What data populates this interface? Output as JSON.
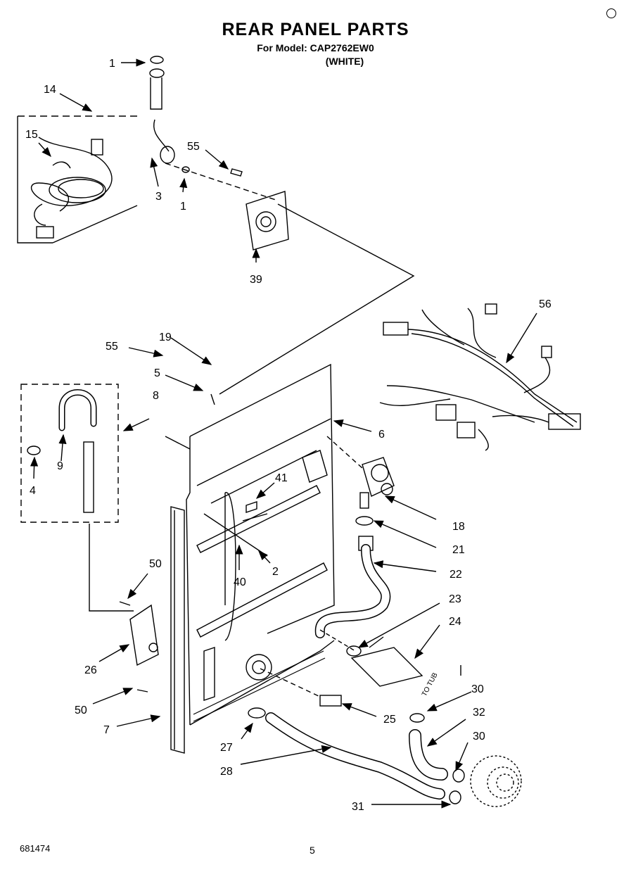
{
  "header": {
    "title": "REAR PANEL PARTS",
    "model_line": "For Model: CAP2762EW0",
    "color_line": "(WHITE)"
  },
  "footer": {
    "doc_id": "681474",
    "page": "5"
  },
  "callouts": {
    "c1_top": "1",
    "c14": "14",
    "c15": "15",
    "c3": "3",
    "c1_mid": "1",
    "c55_top": "55",
    "c39": "39",
    "c56": "56",
    "c19": "19",
    "c55_mid": "55",
    "c5": "5",
    "c8": "8",
    "c9": "9",
    "c4": "4",
    "c6": "6",
    "c41": "41",
    "c18": "18",
    "c21": "21",
    "c2": "2",
    "c40": "40",
    "c22": "22",
    "c50_top": "50",
    "c23": "23",
    "c24": "24",
    "c26": "26",
    "c30_top": "30",
    "c50_bot": "50",
    "c25": "25",
    "c32": "32",
    "c7": "7",
    "c30_bot": "30",
    "c27": "27",
    "c28": "28",
    "c31": "31"
  },
  "annotations": {
    "to_tub": "TO TUB"
  }
}
